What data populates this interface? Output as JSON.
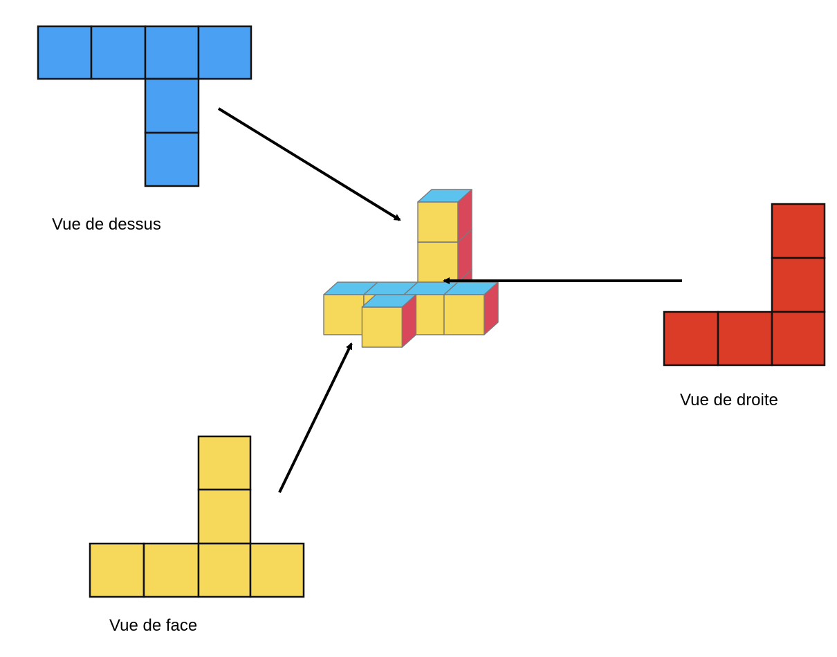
{
  "colors": {
    "top_view": "#4aa1f3",
    "right_view": "#db3c27",
    "front_view": "#f6d85a",
    "cube_top": "#5cc3ef",
    "cube_front": "#f6d85a",
    "cube_side": "#d9475b",
    "arrow": "#000000"
  },
  "views": {
    "top": {
      "label": "Vue de dessus"
    },
    "right": {
      "label": "Vue de droite"
    },
    "front": {
      "label": "Vue de face"
    }
  }
}
